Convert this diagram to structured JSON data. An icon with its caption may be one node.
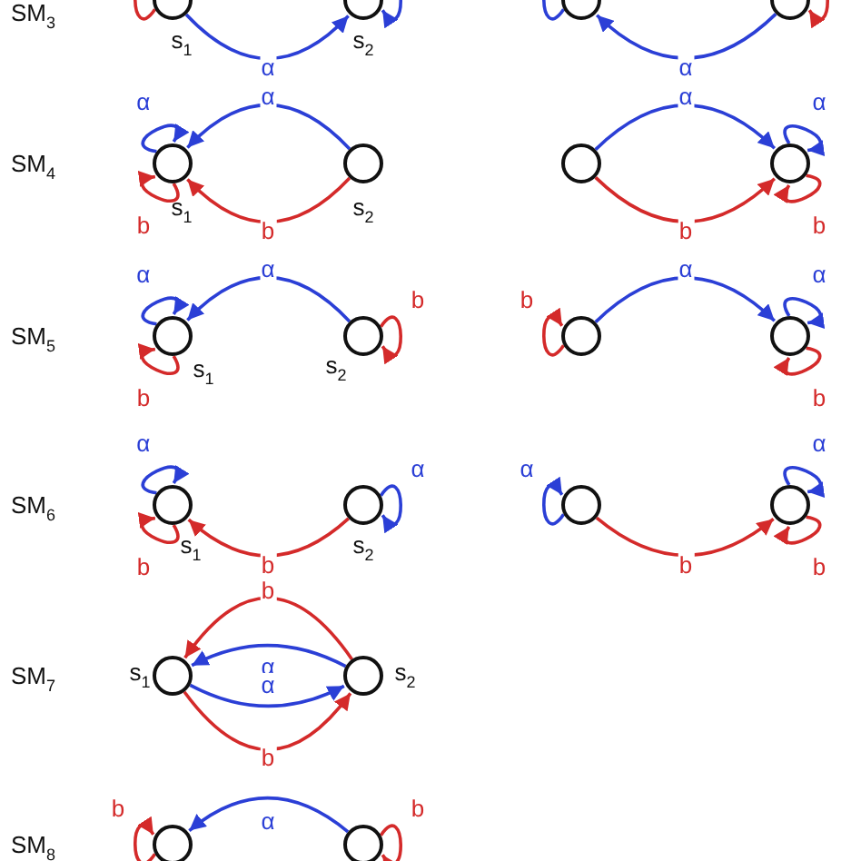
{
  "diagram": {
    "nodes": [
      {
        "text": [],
        "shape": "circle",
        "beside": [
          "s$_{1}$"
        ]
      },
      {
        "text": [],
        "shape": "circle",
        "beside": [
          "s$_{2}$"
        ]
      },
      {
        "text": [],
        "shape": "circle"
      },
      {
        "text": [],
        "shape": "circle"
      },
      {
        "text": [],
        "shape": "circle",
        "beside": [
          "s$_{1}$"
        ]
      },
      {
        "text": [],
        "shape": "circle",
        "beside": [
          "s$_{2}$"
        ]
      },
      {
        "text": [],
        "shape": "circle"
      },
      {
        "text": [],
        "shape": "circle"
      },
      {
        "text": [],
        "shape": "circle",
        "beside": [
          "s$_{1}$"
        ]
      },
      {
        "text": [],
        "shape": "circle",
        "beside": [
          "s$_{2}$"
        ]
      },
      {
        "text": [],
        "shape": "circle"
      },
      {
        "text": [],
        "shape": "circle"
      },
      {
        "text": [],
        "shape": "circle",
        "beside": [
          "s$_{1}$"
        ]
      },
      {
        "text": [],
        "shape": "circle",
        "beside": [
          "s$_{2}$"
        ]
      },
      {
        "text": [],
        "shape": "circle"
      },
      {
        "text": [],
        "shape": "circle"
      },
      {
        "text": [],
        "shape": "circle",
        "beside": [
          "s$_{1}$"
        ]
      },
      {
        "text": [],
        "shape": "circle",
        "beside": [
          "s$_{2}$"
        ]
      },
      {
        "text": [],
        "shape": "circle"
      },
      {
        "text": [],
        "shape": "circle"
      }
    ],
    "edges": [
      {
        "from": 0,
        "to": 0,
        "arrow": "to",
        "color": "#d42a2a"
      },
      {
        "from": 0,
        "to": 1,
        "arrow": "to",
        "label": "α",
        "color": "#2b3fd6"
      },
      {
        "from": 1,
        "to": 1,
        "arrow": "to",
        "color": "#2b3fd6"
      },
      {
        "from": 2,
        "to": 2,
        "arrow": "to",
        "color": "#2b3fd6"
      },
      {
        "from": 3,
        "to": 2,
        "arrow": "to",
        "label": "α",
        "color": "#2b3fd6"
      },
      {
        "from": 3,
        "to": 3,
        "arrow": "to",
        "color": "#d42a2a"
      },
      {
        "from": 4,
        "to": 4,
        "arrow": "to",
        "label": "α",
        "color": "#2b3fd6"
      },
      {
        "from": 4,
        "to": 4,
        "arrow": "to",
        "label": "b",
        "color": "#d42a2a"
      },
      {
        "from": 5,
        "to": 4,
        "arrow": "to",
        "label": "α",
        "color": "#2b3fd6"
      },
      {
        "from": 5,
        "to": 4,
        "arrow": "to",
        "label": "b",
        "color": "#d42a2a"
      },
      {
        "from": 6,
        "to": 7,
        "arrow": "to",
        "label": "α",
        "color": "#2b3fd6"
      },
      {
        "from": 6,
        "to": 7,
        "arrow": "to",
        "label": "b",
        "color": "#d42a2a"
      },
      {
        "from": 7,
        "to": 7,
        "arrow": "to",
        "label": "α",
        "color": "#2b3fd6"
      },
      {
        "from": 7,
        "to": 7,
        "arrow": "to",
        "label": "b",
        "color": "#d42a2a"
      },
      {
        "from": 8,
        "to": 8,
        "arrow": "to",
        "label": "α",
        "color": "#2b3fd6"
      },
      {
        "from": 8,
        "to": 8,
        "arrow": "to",
        "label": "b",
        "color": "#d42a2a"
      },
      {
        "from": 9,
        "to": 8,
        "arrow": "to",
        "label": "α",
        "color": "#2b3fd6"
      },
      {
        "from": 9,
        "to": 9,
        "arrow": "to",
        "label": "b",
        "color": "#d42a2a"
      },
      {
        "from": 10,
        "to": 10,
        "arrow": "to",
        "label": "b",
        "color": "#d42a2a"
      },
      {
        "from": 10,
        "to": 11,
        "arrow": "to",
        "label": "α",
        "color": "#2b3fd6"
      },
      {
        "from": 11,
        "to": 11,
        "arrow": "to",
        "label": "α",
        "color": "#2b3fd6"
      },
      {
        "from": 11,
        "to": 11,
        "arrow": "to",
        "label": "b",
        "color": "#d42a2a"
      },
      {
        "from": 12,
        "to": 12,
        "arrow": "to",
        "label": "α",
        "color": "#2b3fd6"
      },
      {
        "from": 12,
        "to": 12,
        "arrow": "to",
        "label": "b",
        "color": "#d42a2a"
      },
      {
        "from": 13,
        "to": 12,
        "arrow": "to",
        "label": "b",
        "color": "#d42a2a"
      },
      {
        "from": 13,
        "to": 13,
        "arrow": "to",
        "label": "α",
        "color": "#2b3fd6"
      },
      {
        "from": 14,
        "to": 14,
        "arrow": "to",
        "label": "α",
        "color": "#2b3fd6"
      },
      {
        "from": 14,
        "to": 15,
        "arrow": "to",
        "label": "b",
        "color": "#d42a2a"
      },
      {
        "from": 15,
        "to": 15,
        "arrow": "to",
        "label": "α",
        "color": "#2b3fd6"
      },
      {
        "from": 15,
        "to": 15,
        "arrow": "to",
        "label": "b",
        "color": "#d42a2a"
      },
      {
        "from": 17,
        "to": 16,
        "arrow": "to",
        "label": "b",
        "color": "#d42a2a"
      },
      {
        "from": 17,
        "to": 16,
        "arrow": "to",
        "label": "α",
        "color": "#2b3fd6"
      },
      {
        "from": 16,
        "to": 17,
        "arrow": "to",
        "label": "α",
        "color": "#2b3fd6"
      },
      {
        "from": 16,
        "to": 17,
        "arrow": "to",
        "label": "b",
        "color": "#d42a2a"
      },
      {
        "from": 18,
        "to": 18,
        "arrow": "to",
        "label": "b",
        "color": "#d42a2a"
      },
      {
        "from": 19,
        "to": 18,
        "arrow": "to",
        "label": "α",
        "color": "#2b3fd6"
      },
      {
        "from": 19,
        "to": 19,
        "arrow": "to",
        "label": "b",
        "color": "#d42a2a"
      }
    ],
    "labels": [
      "SM$_{3}$",
      "SM$_{4}$",
      "SM$_{5}$",
      "SM$_{6}$",
      "SM$_{7}$",
      "SM$_{8}$"
    ]
  }
}
